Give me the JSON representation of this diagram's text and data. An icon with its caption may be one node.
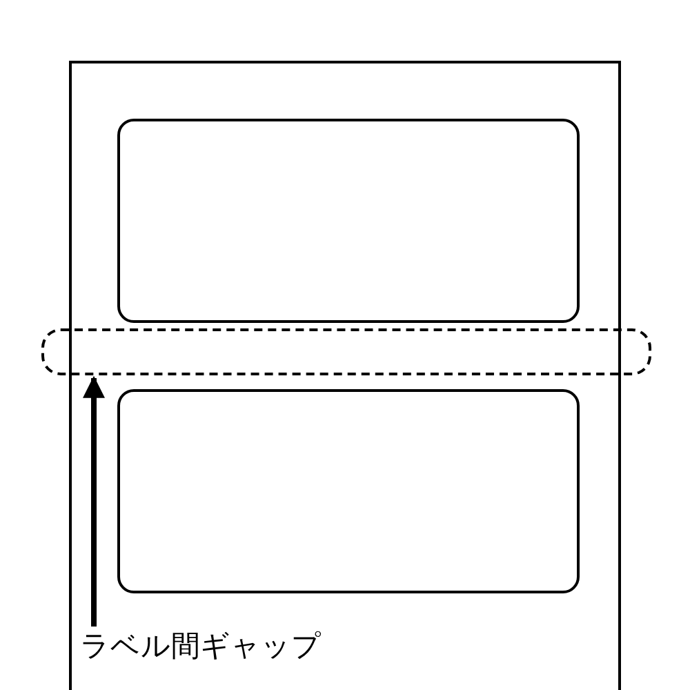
{
  "diagram": {
    "nodes": [
      {
        "text": [],
        "shape": "box"
      },
      {
        "text": [],
        "shape": "box",
        "in": 0
      },
      {
        "text": [],
        "shape": "box",
        "in": 0
      },
      {
        "text": [],
        "shape": "box"
      },
      {
        "text": [
          "ラベル間ギャップ"
        ],
        "in": 0
      }
    ],
    "edges": [
      {
        "from": 4,
        "to": 3,
        "arrow": "to"
      }
    ]
  }
}
